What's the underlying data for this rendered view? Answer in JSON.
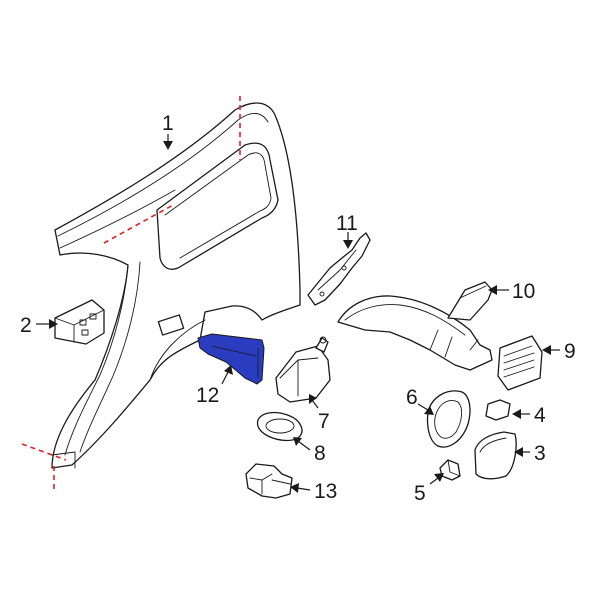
{
  "diagram": {
    "highlight_color": "#2a3cc0",
    "cut_line_color": "#e02020",
    "callouts": [
      {
        "id": "c1",
        "label": "1"
      },
      {
        "id": "c2",
        "label": "2"
      },
      {
        "id": "c3",
        "label": "3"
      },
      {
        "id": "c4",
        "label": "4"
      },
      {
        "id": "c5",
        "label": "5"
      },
      {
        "id": "c6",
        "label": "6"
      },
      {
        "id": "c7",
        "label": "7"
      },
      {
        "id": "c8",
        "label": "8"
      },
      {
        "id": "c9",
        "label": "9"
      },
      {
        "id": "c10",
        "label": "10"
      },
      {
        "id": "c11",
        "label": "11"
      },
      {
        "id": "c12",
        "label": "12"
      },
      {
        "id": "c13",
        "label": "13"
      }
    ]
  }
}
